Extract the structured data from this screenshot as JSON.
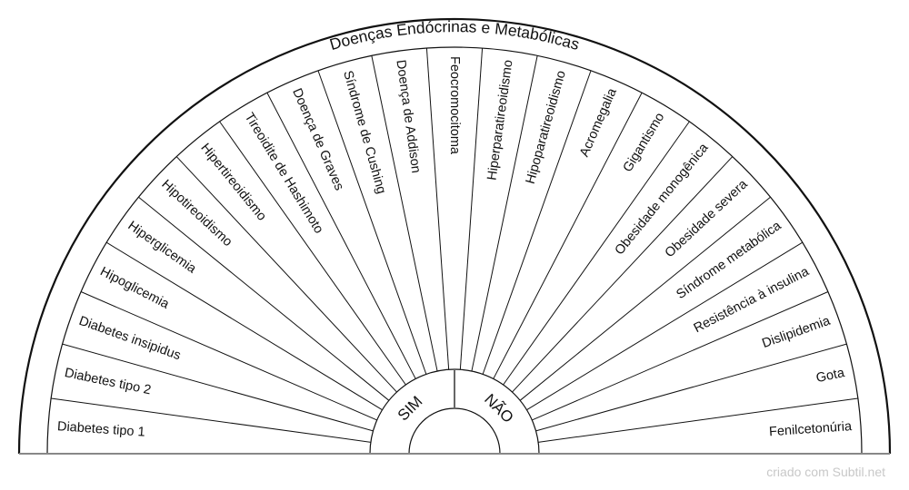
{
  "title": "Doenças Endócrinas e Metabólicas",
  "ring": {
    "yes": "SIM",
    "no": "NÃO"
  },
  "items": [
    "Diabetes tipo 1",
    "Diabetes tipo 2",
    "Diabetes insipidus",
    "Hipoglicemia",
    "Hiperglicemia",
    "Hipotireoidismo",
    "Hipertireoidismo",
    "Tireoidite de Hashimoto",
    "Doença de Graves",
    "Síndrome de Cushing",
    "Doença de Addison",
    "Feocromocitoma",
    "Hiperparatireoidismo",
    "Hipoparatireoidismo",
    "Acromegalia",
    "Gigantismo",
    "Obesidade monogênica",
    "Obesidade severa",
    "Síndrome metabólica",
    "Resistência à insulina",
    "Dislipidemia",
    "Gota",
    "Fenilcetonúria"
  ],
  "watermark": "criado com Subtil.net",
  "colors": {
    "line": "#111111",
    "baseline": "#888888",
    "watermark": "#c8c8c8"
  }
}
